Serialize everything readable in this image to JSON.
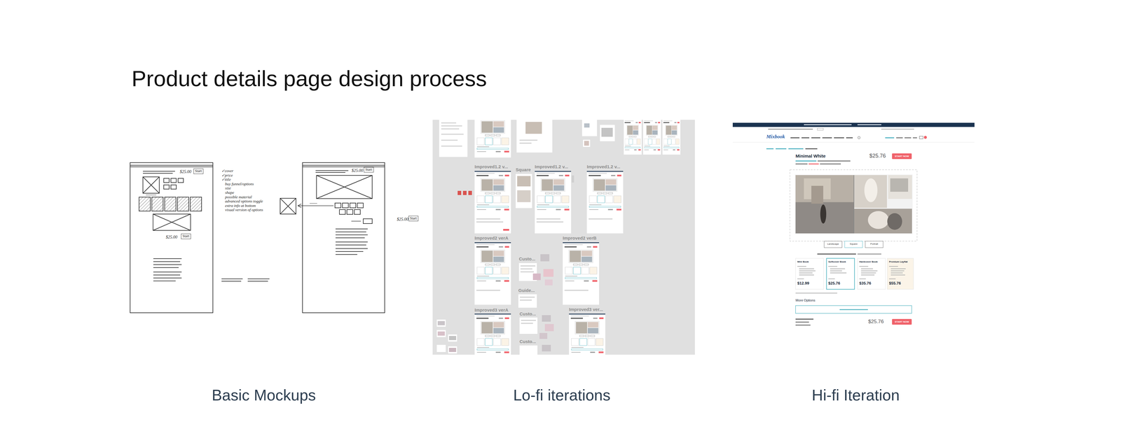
{
  "diagram": {
    "title": "Product details page design process",
    "labels": [
      "Basic Mockups",
      "Lo-fi iterations",
      "Hi-fi Iteration",
      "$25.00",
      "Start",
      "$25.00",
      "Start",
      "✓cover",
      "✓price",
      "✓title",
      "buy funnel/options",
      "size",
      "shape",
      "possible material",
      "advanced options toggle",
      "extra info at bottom",
      "visual version of options",
      "$25.00",
      "Start",
      "$25.00",
      "Start",
      "Improved1.2 v...",
      "Square",
      "Improved1.2 v...",
      "Improved1.2 v...",
      "Improved2 verA",
      "Improved2 verB",
      "Custo...",
      "Guide...",
      "Improved3 verA",
      "Custo...",
      "Improved3 ver...",
      "Custo...",
      "Minimal White",
      "$25.76",
      "START NOW",
      "Landscape",
      "Square",
      "Portrait",
      "Mini Book",
      "Softcover Book",
      "Hardcover Book",
      "Premium Layflat",
      "$12.99",
      "$25.76",
      "$35.76",
      "$55.76",
      "More Options",
      "$25.76",
      "START NOW",
      "Mixbook"
    ]
  }
}
